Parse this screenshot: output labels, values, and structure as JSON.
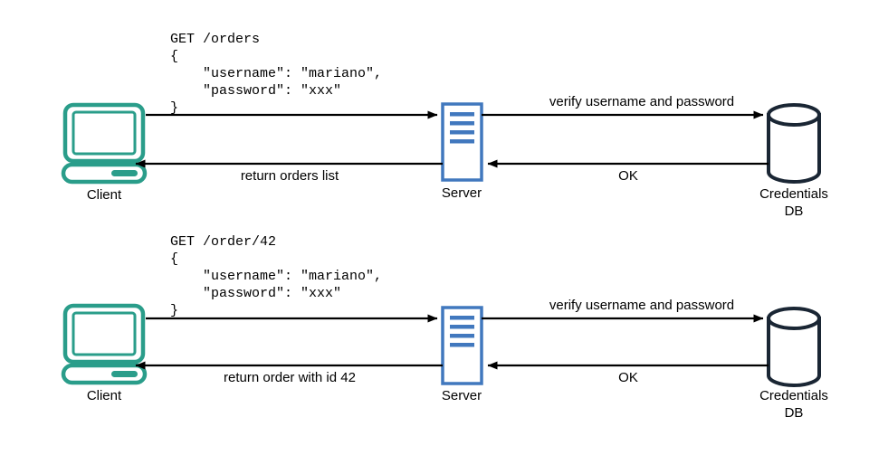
{
  "diagram": {
    "title": "API authentication per-request sequence diagram",
    "colors": {
      "client": "#2a9d8a",
      "server": "#4178be",
      "server_fill": "#ffffff",
      "db_outline": "#1a2634",
      "arrow": "#000000",
      "background": "#ffffff"
    },
    "flows": [
      {
        "id": "flow-orders",
        "request_code": "GET /orders\n{\n    \"username\": \"mariano\",\n    \"password\": \"xxx\"\n}",
        "client_label": "Client",
        "server_label": "Server",
        "db_label_line1": "Credentials",
        "db_label_line2": "DB",
        "verify_label": "verify username and password",
        "db_response_label": "OK",
        "server_response_label": "return orders list"
      },
      {
        "id": "flow-order-42",
        "request_code": "GET /order/42\n{\n    \"username\": \"mariano\",\n    \"password\": \"xxx\"\n}",
        "client_label": "Client",
        "server_label": "Server",
        "db_label_line1": "Credentials",
        "db_label_line2": "DB",
        "verify_label": "verify username and password",
        "db_response_label": "OK",
        "server_response_label": "return order with id 42"
      }
    ],
    "icons": {
      "client": "desktop-computer-icon",
      "server": "server-rack-icon",
      "database": "database-cylinder-icon",
      "arrow": "arrow-head-icon"
    }
  }
}
